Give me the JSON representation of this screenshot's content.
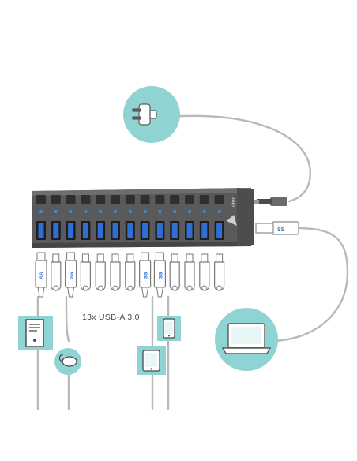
{
  "brand": "i-tec",
  "caption": "13x USB-A 3.0",
  "ports": {
    "count": 13,
    "port_label": "SS"
  },
  "colors": {
    "accent_circle": "#8fd3d3",
    "hub_body": "#5a5a5c",
    "led": "#3b8fe0",
    "port_blue": "#2e6fd6",
    "cable": "#b8b8b8"
  },
  "devices": [
    {
      "name": "power-adapter",
      "icon": "power-plug-icon"
    },
    {
      "name": "laptop",
      "icon": "laptop-icon"
    },
    {
      "name": "desktop-pc",
      "icon": "pc-tower-icon"
    },
    {
      "name": "mouse",
      "icon": "mouse-icon"
    },
    {
      "name": "tablet",
      "icon": "tablet-icon"
    },
    {
      "name": "smartphone",
      "icon": "smartphone-icon"
    }
  ]
}
